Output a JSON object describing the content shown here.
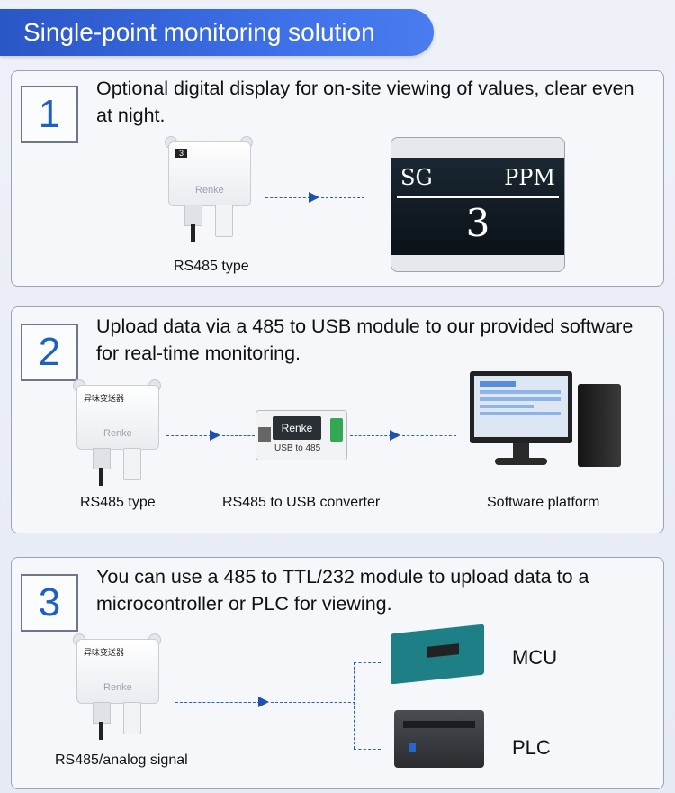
{
  "header": {
    "title": "Single-point monitoring solution"
  },
  "section1": {
    "number": "1",
    "description": "Optional digital display for on-site viewing of values, clear even at night.",
    "sensor_label": "RS485 type",
    "sensor_brand": "Renke",
    "display": {
      "left": "SG",
      "right": "PPM",
      "value": "3"
    }
  },
  "section2": {
    "number": "2",
    "description": "Upload data via a 485 to USB module to our provided software for real-time monitoring.",
    "sensor_label": "RS485 type",
    "converter_label": "RS485 to USB converter",
    "software_label": "Software platform",
    "sensor_brand": "Renke",
    "converter_brand": "Renke"
  },
  "section3": {
    "number": "3",
    "description": "You can use a 485 to TTL/232 module to upload data to a microcontroller or PLC for viewing.",
    "sensor_label": "RS485/analog signal",
    "sensor_brand": "Renke",
    "mcu_label": "MCU",
    "plc_label": "PLC"
  },
  "colors": {
    "accent": "#2a56c6",
    "number": "#1f5fc4",
    "arrow": "#1f4fb0"
  }
}
